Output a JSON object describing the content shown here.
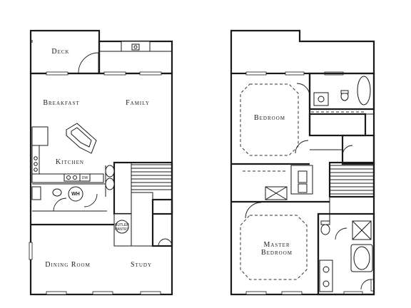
{
  "first_floor": {
    "rooms": {
      "deck": "Deck",
      "breakfast": "Breakfast",
      "family": "Family",
      "kitchen": "Kitchen",
      "dining_room": "Dining Room",
      "study": "Study"
    },
    "fixtures": {
      "water_heater": "WH",
      "dishwasher": "DW",
      "butler_pantry_line1": "BUTLER",
      "butler_pantry_line2": "PANTRY"
    }
  },
  "second_floor": {
    "rooms": {
      "bedroom": "Bedroom",
      "master_line1": "Master",
      "master_line2": "Bedroom"
    }
  }
}
